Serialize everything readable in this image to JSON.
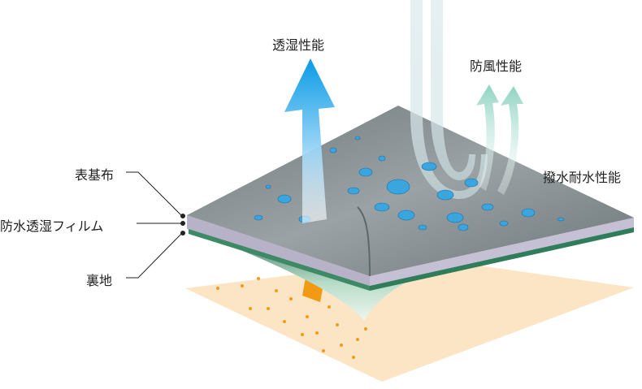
{
  "labels": {
    "breathability": "透湿性能",
    "windproof": "防風性能",
    "water_repellent": "撥水耐水性能",
    "outer_fabric": "表基布",
    "membrane": "防水透湿フィルム",
    "lining": "裏地"
  },
  "colors": {
    "base": "#fbe5c4",
    "fabric": "#7c8588",
    "film": "#2f7d5a",
    "arrow_blue": "#1aa0e6",
    "arrow_green": "#8fd0c0",
    "dots": "#f39a1e",
    "drops": "#3aa6e0"
  }
}
